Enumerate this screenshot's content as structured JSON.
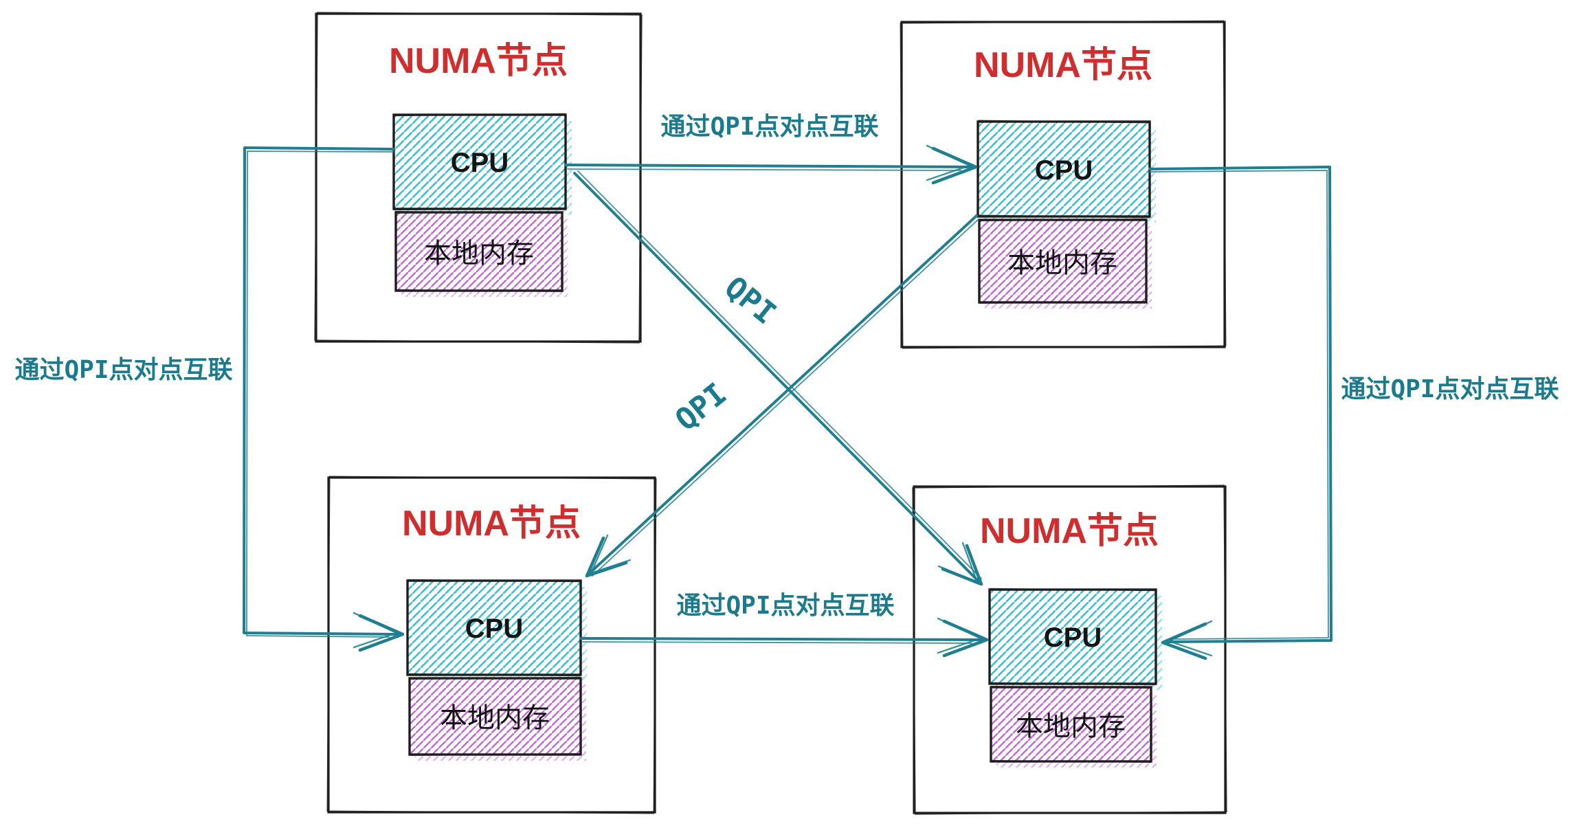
{
  "colors": {
    "teal_line": "#1f7f91",
    "teal_text": "#1b7a8c",
    "node_title_red": "#cf2e2e",
    "cpu_hatch": "#45bccc",
    "memory_hatch": "#c06ad4",
    "ink": "#1e1e1e"
  },
  "nodes": [
    {
      "position": "top-left",
      "title": "NUMA节点",
      "cpu_label": "CPU",
      "memory_label": "本地内存"
    },
    {
      "position": "top-right",
      "title": "NUMA节点",
      "cpu_label": "CPU",
      "memory_label": "本地内存"
    },
    {
      "position": "bottom-left",
      "title": "NUMA节点",
      "cpu_label": "CPU",
      "memory_label": "本地内存"
    },
    {
      "position": "bottom-right",
      "title": "NUMA节点",
      "cpu_label": "CPU",
      "memory_label": "本地内存"
    }
  ],
  "links": {
    "top": {
      "label": "通过QPI点对点互联"
    },
    "left": {
      "label": "通过QPI点对点互联"
    },
    "right": {
      "label": "通过QPI点对点互联"
    },
    "bottom": {
      "label": "通过QPI点对点互联"
    },
    "diag_upper": {
      "label": "QPI"
    },
    "diag_lower": {
      "label": "QPI"
    }
  }
}
